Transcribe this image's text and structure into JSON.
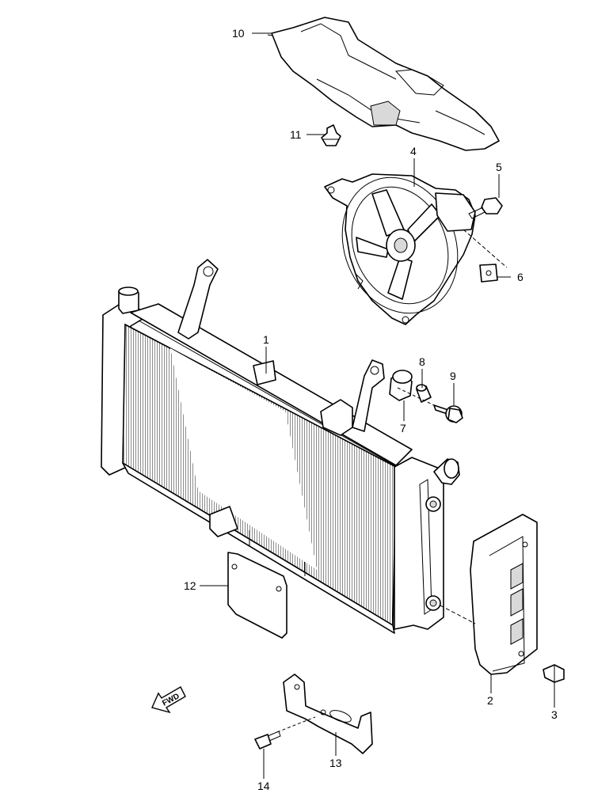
{
  "callouts": {
    "c1": "1",
    "c2": "2",
    "c3": "3",
    "c4": "4",
    "c5": "5",
    "c6": "6",
    "c7": "7",
    "c8": "8",
    "c9": "9",
    "c10": "10",
    "c11": "11",
    "c12": "12",
    "c13": "13",
    "c14": "14"
  },
  "direction_badge": "FWD"
}
